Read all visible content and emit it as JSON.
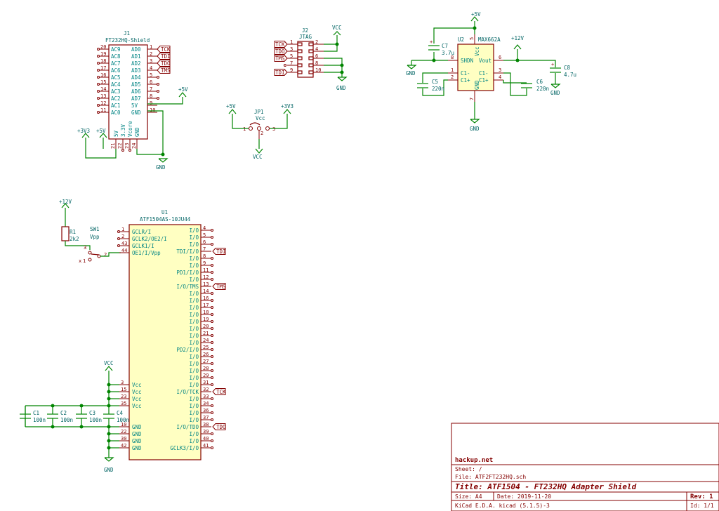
{
  "title_block": {
    "company": "hackup.net",
    "sheet": "Sheet: /",
    "file": "File: ATF2FT232HQ.sch",
    "title": "Title: ATF1504 - FT232HQ Adapter Shield",
    "size": "Size: A4",
    "date": "Date: 2019-11-20",
    "rev": "Rev: 1",
    "tool": "KiCad E.D.A.  kicad (5.1.5)-3",
    "id": "Id: 1/1"
  },
  "j1": {
    "ref": "J1",
    "value": "FT232HQ-Shield",
    "left_pins": [
      {
        "num": "20",
        "name": "AC9"
      },
      {
        "num": "19",
        "name": "AC8"
      },
      {
        "num": "18",
        "name": "AC7"
      },
      {
        "num": "17",
        "name": "AC6"
      },
      {
        "num": "16",
        "name": "AC5"
      },
      {
        "num": "15",
        "name": "AC4"
      },
      {
        "num": "14",
        "name": "AC3"
      },
      {
        "num": "13",
        "name": "AC2"
      },
      {
        "num": "12",
        "name": "AC1"
      },
      {
        "num": "11",
        "name": "AC0"
      }
    ],
    "right_pins": [
      {
        "num": "1",
        "name": "AD0"
      },
      {
        "num": "2",
        "name": "AD1"
      },
      {
        "num": "3",
        "name": "AD2"
      },
      {
        "num": "4",
        "name": "AD3"
      },
      {
        "num": "5",
        "name": "AD4"
      },
      {
        "num": "6",
        "name": "AD5"
      },
      {
        "num": "7",
        "name": "AD6"
      },
      {
        "num": "8",
        "name": "AD7"
      },
      {
        "num": "9",
        "name": "5V"
      },
      {
        "num": "10",
        "name": "GND"
      }
    ],
    "bottom_pins": [
      {
        "num": "21",
        "name": "5V"
      },
      {
        "num": "22",
        "name": "3.3V"
      },
      {
        "num": "23",
        "name": "Vcore"
      },
      {
        "num": "24",
        "name": "GND"
      }
    ],
    "labels": [
      "TCK",
      "TDI",
      "TDO",
      "TMS"
    ],
    "pwr_5v": "+5V",
    "pwr_3v3": "+3V3",
    "pwr_5v_b": "+5V",
    "gnd": "GND"
  },
  "jp1": {
    "ref": "JP1",
    "value": "Vcc",
    "pins": [
      "1",
      "2",
      "3"
    ],
    "left_pwr": "+5V",
    "right_pwr": "+3V3",
    "bottom_pwr": "VCC"
  },
  "j2": {
    "ref": "J2",
    "value": "JTAG",
    "left_nums": [
      "1",
      "3",
      "5",
      "7",
      "9"
    ],
    "right_nums": [
      "2",
      "4",
      "6",
      "8",
      "10"
    ],
    "labels": [
      "TCK",
      "TDO",
      "TMS",
      "TDI"
    ],
    "vcc": "VCC",
    "gnd": "GND"
  },
  "u2": {
    "ref": "U2",
    "value": "MAX662A",
    "pins": {
      "shdn": "SHDN",
      "vout": "Vout",
      "c1m_l": "C1-",
      "c1p_l": "C1+",
      "c1m_r": "C1-",
      "c1p_r": "C1+",
      "vcc": "Vcc",
      "gnd": "GND"
    },
    "nums": {
      "vcc": "5",
      "shdn": "8",
      "vout": "6",
      "c1m_l": "1",
      "c1p_l": "2",
      "c1m_r": "3",
      "c1p_r": "4",
      "gnd": "7"
    },
    "c7": {
      "ref": "C7",
      "value": "3.7u"
    },
    "c5": {
      "ref": "C5",
      "value": "220n"
    },
    "c6": {
      "ref": "C6",
      "value": "220n"
    },
    "c8": {
      "ref": "C8",
      "value": "4.7u"
    },
    "pwr_5v": "+5V",
    "pwr_12v": "+12V",
    "gnd": "GND"
  },
  "u1": {
    "ref": "U1",
    "value": "ATF1504AS-10JU44",
    "left_top": [
      {
        "num": "1",
        "name": "GCLR/I"
      },
      {
        "num": "2",
        "name": "GCLK2/OE2/I"
      },
      {
        "num": "43",
        "name": "GCLK1/I"
      },
      {
        "num": "44",
        "name": "OE1/I/Vpp"
      }
    ],
    "left_bottom": [
      {
        "num": "3",
        "name": "Vcc"
      },
      {
        "num": "15",
        "name": "Vcc"
      },
      {
        "num": "23",
        "name": "Vcc"
      },
      {
        "num": "35",
        "name": "Vcc"
      },
      {
        "num": "10",
        "name": "GND"
      },
      {
        "num": "22",
        "name": "GND"
      },
      {
        "num": "30",
        "name": "GND"
      },
      {
        "num": "42",
        "name": "GND"
      }
    ],
    "right_pins": [
      {
        "num": "4",
        "name": "I/O"
      },
      {
        "num": "5",
        "name": "I/O"
      },
      {
        "num": "6",
        "name": "I/O"
      },
      {
        "num": "7",
        "name": "TDI/I/O"
      },
      {
        "num": "8",
        "name": "I/O"
      },
      {
        "num": "9",
        "name": "I/O"
      },
      {
        "num": "11",
        "name": "PD1/I/O"
      },
      {
        "num": "12",
        "name": "I/O"
      },
      {
        "num": "13",
        "name": "I/O/TMS"
      },
      {
        "num": "14",
        "name": "I/O"
      },
      {
        "num": "16",
        "name": "I/O"
      },
      {
        "num": "17",
        "name": "I/O"
      },
      {
        "num": "18",
        "name": "I/O"
      },
      {
        "num": "19",
        "name": "I/O"
      },
      {
        "num": "20",
        "name": "I/O"
      },
      {
        "num": "21",
        "name": "I/O"
      },
      {
        "num": "24",
        "name": "I/O"
      },
      {
        "num": "25",
        "name": "PD2/I/O"
      },
      {
        "num": "26",
        "name": "I/O"
      },
      {
        "num": "27",
        "name": "I/O"
      },
      {
        "num": "28",
        "name": "I/O"
      },
      {
        "num": "29",
        "name": "I/O"
      },
      {
        "num": "31",
        "name": "I/O"
      },
      {
        "num": "32",
        "name": "I/O/TCK"
      },
      {
        "num": "33",
        "name": "I/O"
      },
      {
        "num": "34",
        "name": "I/O"
      },
      {
        "num": "36",
        "name": "I/O"
      },
      {
        "num": "37",
        "name": "I/O"
      },
      {
        "num": "38",
        "name": "I/O/TDO"
      },
      {
        "num": "39",
        "name": "I/O"
      },
      {
        "num": "40",
        "name": "I/O"
      },
      {
        "num": "41",
        "name": "GCLK3/I/O"
      }
    ],
    "labels": {
      "tdi": "TDI",
      "tms": "TMS",
      "tck": "TCK",
      "tdo": "TDO"
    }
  },
  "r1": {
    "ref": "R1",
    "value": "2k2",
    "pwr": "+12V"
  },
  "sw1": {
    "ref": "SW1",
    "value": "Vpp",
    "pins": [
      "3",
      "1",
      "2"
    ]
  },
  "decoupling": {
    "vcc": "VCC",
    "gnd": "GND",
    "caps": [
      {
        "ref": "C1",
        "value": "100n"
      },
      {
        "ref": "C2",
        "value": "100n"
      },
      {
        "ref": "C3",
        "value": "100n"
      },
      {
        "ref": "C4",
        "value": "100n"
      }
    ]
  }
}
